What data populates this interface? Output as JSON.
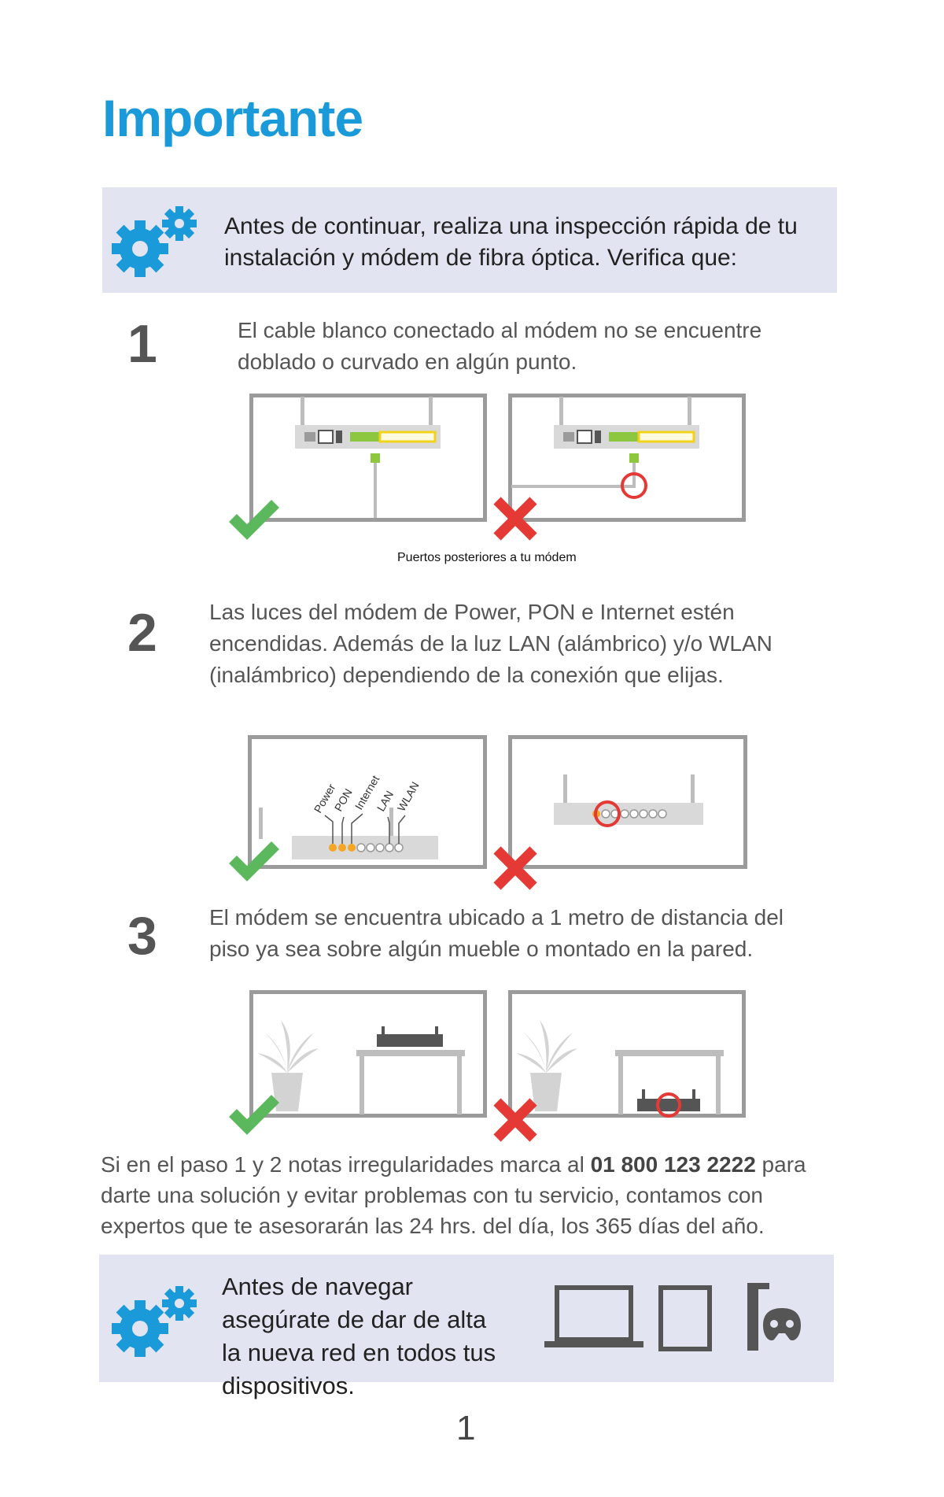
{
  "page": {
    "title": "Importante",
    "intro": "Antes de continuar, realiza una inspección rápida de tu instalación y módem de fibra óptica. Verifica que:",
    "steps": [
      {
        "number": "1",
        "text": "El cable blanco conectado al módem no se encuentre doblado o curvado en algún punto."
      },
      {
        "number": "2",
        "text": "Las luces del módem de Power, PON e Internet estén encendidas. Además de la luz LAN (alámbrico) y/o WLAN (inalámbrico) dependiendo de la conexión que elijas."
      },
      {
        "number": "3",
        "text": "El módem se encuentra ubicado a 1 metro de distancia del piso ya sea sobre algún mueble o montado en la pared."
      }
    ],
    "caption": "Puertos posteriores a tu módem",
    "light_labels": [
      "Power",
      "PON",
      "Internet",
      "LAN",
      "WLAN"
    ],
    "note_before": "Si en el paso 1 y 2 notas irregularidades marca al ",
    "note_phone": "01 800 123 2222",
    "note_after": " para darte una solución y evitar problemas con tu servicio, contamos con expertos que te asesorarán las 24 hrs. del día, los 365 días del año.",
    "closing": "Antes de navegar asegúrate de dar de alta la nueva red en todos tus dispositivos.",
    "page_number": "1",
    "colors": {
      "accent": "#1a9ad9",
      "band": "#e3e4f1",
      "ok": "#5cb85c",
      "bad": "#e53935",
      "frame": "#9b9b9b",
      "port_green": "#8dc63f",
      "port_yellow": "#f2d21b",
      "light_on": "#f5a623"
    },
    "icons": [
      "gears-icon",
      "check-icon",
      "cross-icon",
      "laptop-icon",
      "tablet-icon",
      "gamepad-icon"
    ]
  }
}
